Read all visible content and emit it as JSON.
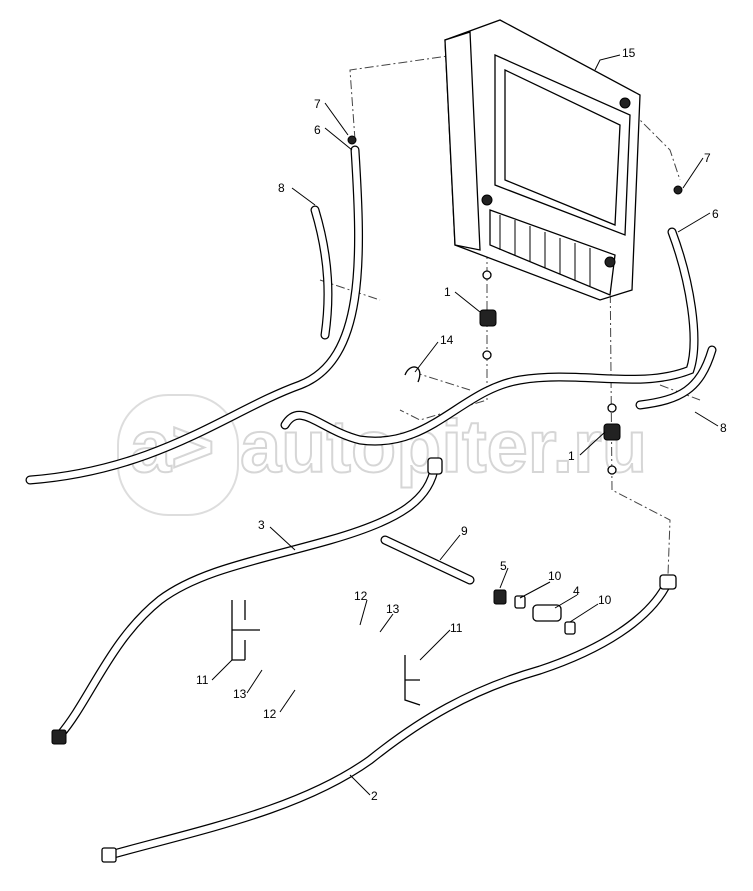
{
  "watermark": {
    "text": "autopiter.ru",
    "logo": "a>"
  },
  "callouts": {
    "c15": "15",
    "c7a": "7",
    "c6a": "6",
    "c8a": "8",
    "c7b": "7",
    "c6b": "6",
    "c1a": "1",
    "c14": "14",
    "c8b": "8",
    "c1b": "1",
    "c3": "3",
    "c9": "9",
    "c5": "5",
    "c10a": "10",
    "c4": "4",
    "c10b": "10",
    "c12a": "12",
    "c13a": "13",
    "c11a": "11",
    "c11b": "11",
    "c13b": "13",
    "c12b": "12",
    "c2": "2"
  }
}
